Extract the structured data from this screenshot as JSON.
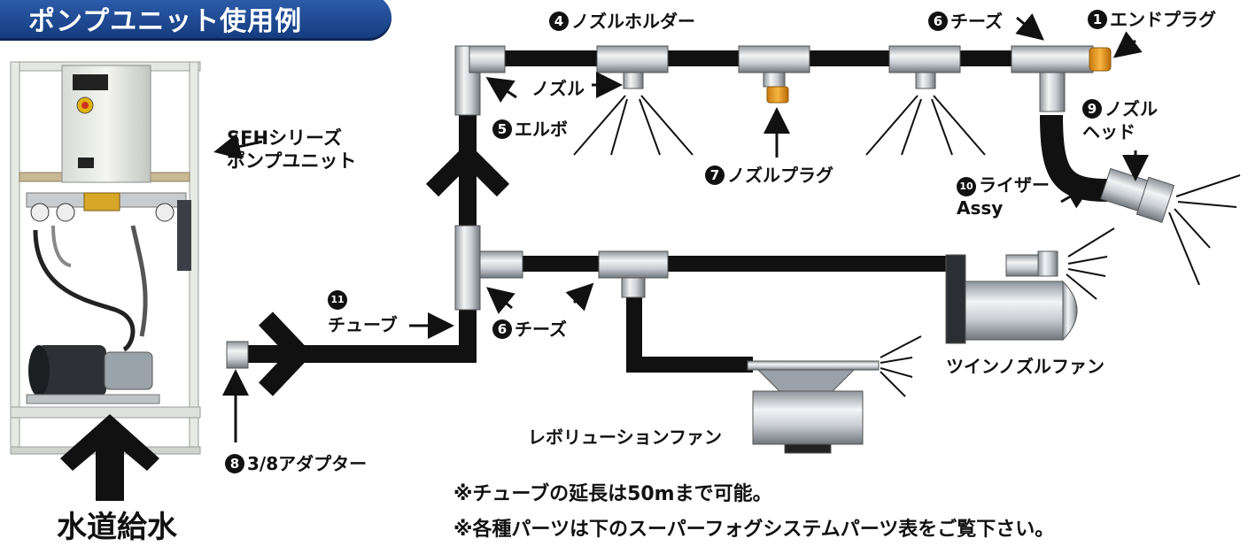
{
  "title": "ポンプユニット使用例",
  "pump_label": "SFHシリーズ\nポンプユニット",
  "water_supply": "水道給水",
  "parts": {
    "end_plug": {
      "num": "1",
      "name": "エンドプラグ"
    },
    "nozzle_holder": {
      "num": "4",
      "name": "ノズルホルダー"
    },
    "elbow": {
      "num": "5",
      "name": "エルボ"
    },
    "tees_top": {
      "num": "6",
      "name": "チーズ"
    },
    "tees_bottom": {
      "num": "6",
      "name": "チーズ"
    },
    "nozzle_plug": {
      "num": "7",
      "name": "ノズルプラグ"
    },
    "adapter": {
      "num": "8",
      "name": "3/8アダプター"
    },
    "nozzle_head": {
      "num": "9",
      "name": "ノズル\nヘッド"
    },
    "riser_assy": {
      "num": "10",
      "name": "ライザー\nAssy"
    },
    "tube": {
      "num": "11",
      "name": "チューブ"
    }
  },
  "nozzle_label": "ノズル",
  "twin_fan": "ツインノズルファン",
  "revolution_fan": "レボリューションファン",
  "notes": [
    "※チューブの延長は50mまで可能。",
    "※各種パーツは下のスーパーフォグシステムパーツ表をご覧下さい。"
  ]
}
